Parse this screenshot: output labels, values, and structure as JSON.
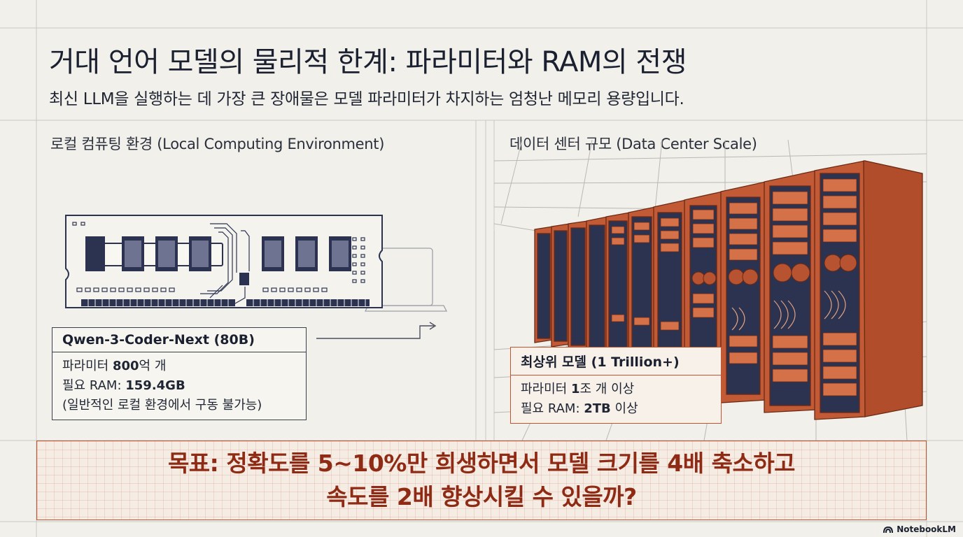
{
  "header": {
    "title": "거대 언어 모델의 물리적 한계: 파라미터와 RAM의 전쟁",
    "subtitle": "최신 LLM을 실행하는 데 가장 큰 장애물은 모델 파라미터가 차지하는 엄청난 메모리 용량입니다."
  },
  "left_panel": {
    "label": "로컬 컴퓨팅 환경 (Local Computing Environment)",
    "card": {
      "title": "Qwen-3-Coder-Next (80B)",
      "param_prefix": "파라미터 ",
      "param_value": "800",
      "param_suffix": "억 개",
      "ram_prefix": "필요 RAM: ",
      "ram_value": "159.4GB",
      "note": "(일반적인 로컬 환경에서 구동 불가능)"
    }
  },
  "right_panel": {
    "label": "데이터 센터 규모 (Data Center Scale)",
    "card": {
      "title": "최상위 모델 (1 Trillion+)",
      "param_prefix": "파라미터 ",
      "param_value": "1",
      "param_suffix": "조 개 이상",
      "ram_prefix": "필요 RAM: ",
      "ram_value": "2TB",
      "ram_suffix": " 이상"
    }
  },
  "goal": {
    "line1": "목표: 정확도를 5~10%만 희생하면서 모델 크기를 4배 축소하고",
    "line2": "속도를 2배 향상시킬 수 있을까?"
  },
  "brand": {
    "name": "NotebookLM",
    "icon": "notebooklm-logo-icon"
  },
  "colors": {
    "accent_red": "#8f2a14",
    "rack_orange": "#c25a35",
    "ink": "#2c3350",
    "background": "#f1f0ea"
  }
}
